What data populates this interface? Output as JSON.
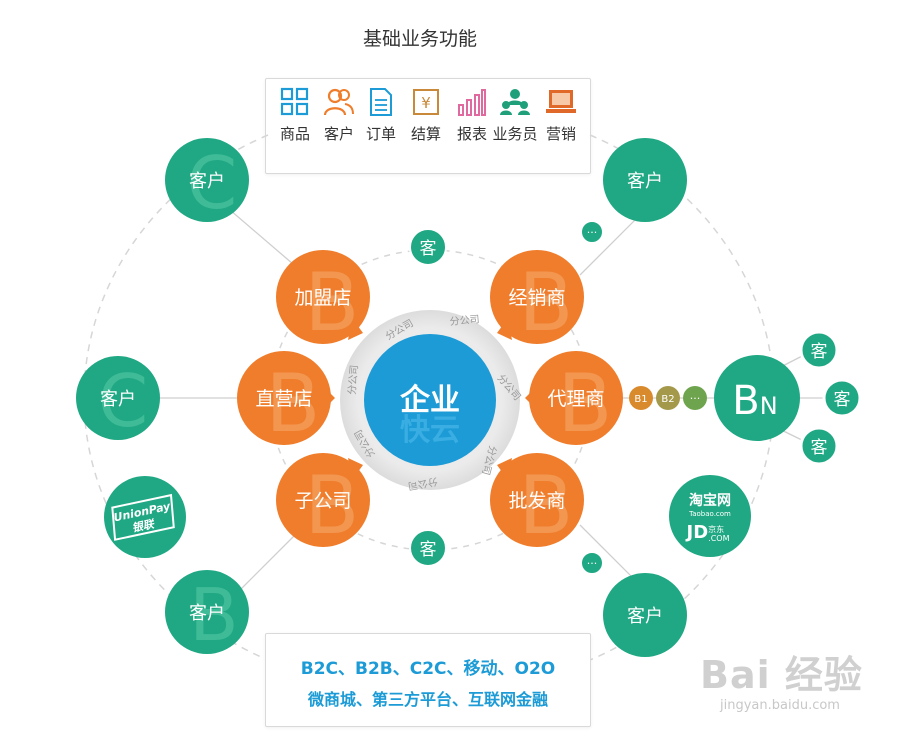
{
  "title": "基础业务功能",
  "functions": [
    {
      "label": "商品",
      "icon": "grid-icon",
      "color": "#1c9bd6"
    },
    {
      "label": "客户",
      "icon": "customer-icon",
      "color": "#ef7d2b"
    },
    {
      "label": "订单",
      "icon": "order-icon",
      "color": "#1c9bd6"
    },
    {
      "label": "结算",
      "icon": "settlement-icon",
      "color": "#c8893b"
    },
    {
      "label": "报表",
      "icon": "report-icon",
      "color": "#e06aa0"
    },
    {
      "label": "业务员",
      "icon": "salesperson-icon",
      "color": "#20a07a"
    },
    {
      "label": "营销",
      "icon": "marketing-icon",
      "color": "#e0692a"
    }
  ],
  "center": {
    "label": "企业",
    "watermark": "快云",
    "color": "#1c9bd6"
  },
  "ring_label": "分公司",
  "branches": {
    "franchise": "加盟店",
    "direct": "直营店",
    "subsidiary": "子公司",
    "distributor": "经销商",
    "agent": "代理商",
    "wholesaler": "批发商"
  },
  "customer_label": "客户",
  "small_customer": "客",
  "bn_label": "B",
  "bn_sub": "N",
  "b1": "B1",
  "b2": "B2",
  "more": "···",
  "letter_b": "B",
  "letter_c": "C",
  "unionpay": {
    "en": "UnionPay",
    "cn": "银联"
  },
  "taobao_jd": {
    "taobao": "淘宝网",
    "taobao_url": "Taobao.com",
    "jd": "JD",
    "jd_cn": "京东",
    "jd_com": ".COM"
  },
  "channels": {
    "line1": "B2C、B2B、C2C、移动、O2O",
    "line2": "微商城、第三方平台、互联网金融"
  },
  "watermark": {
    "text": "Bai 经验",
    "url": "jingyan.baidu.com"
  },
  "colors": {
    "green": "#1fa883",
    "orange": "#ef7d2b",
    "blue": "#1c9bd6",
    "ring": "#e3e3e3",
    "line": "#cfcfcf"
  }
}
